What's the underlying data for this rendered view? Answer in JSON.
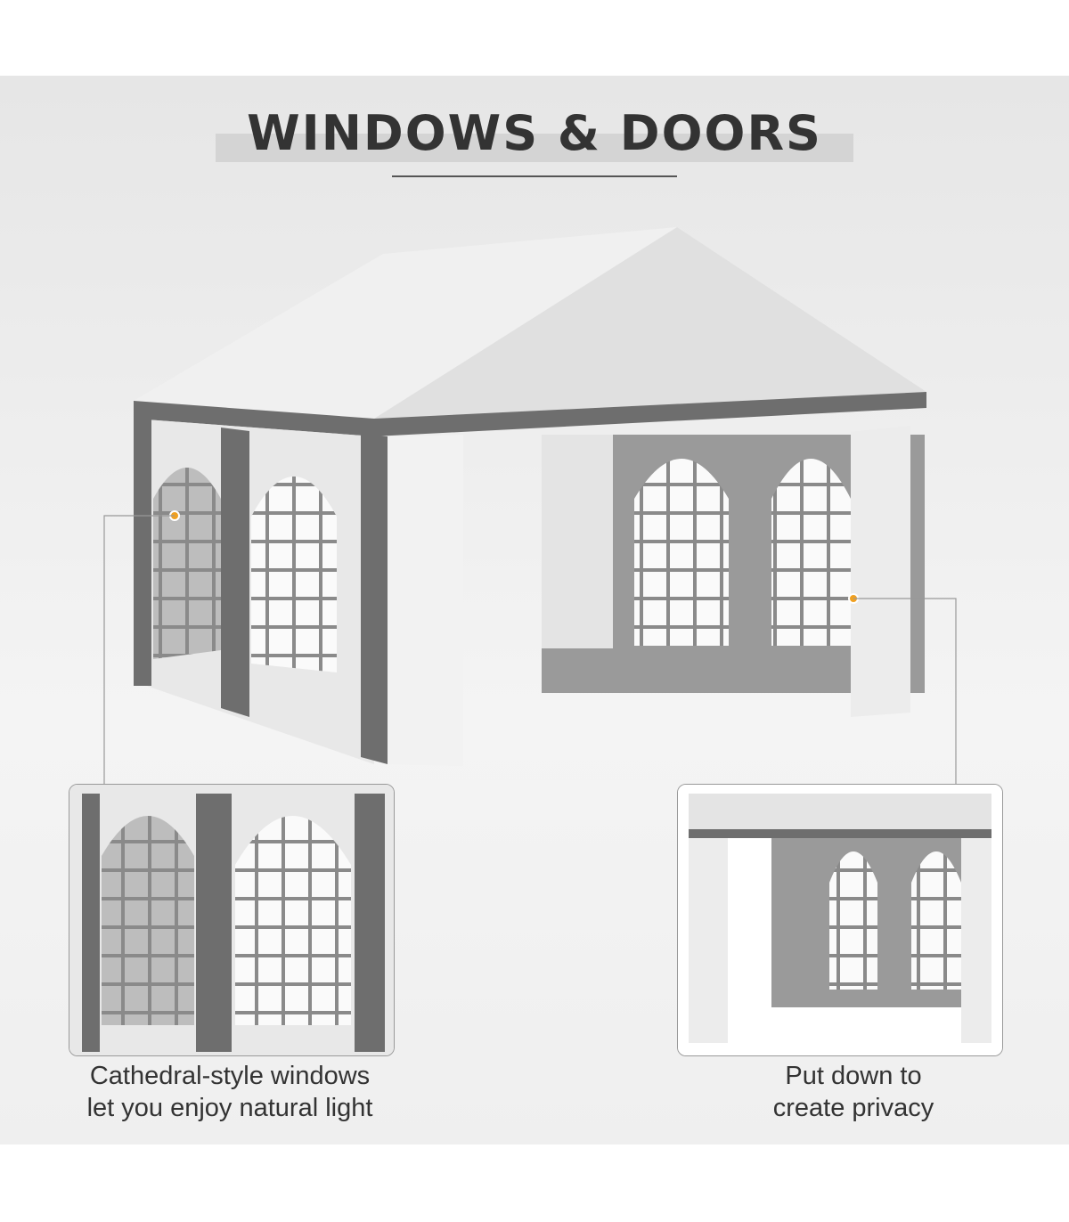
{
  "title": "WINDOWS & DOORS",
  "callouts": [
    {
      "caption_line1": "Cathedral-style windows",
      "caption_line2": "let you enjoy natural light"
    },
    {
      "caption_line1": "Put down to",
      "caption_line2": "create privacy"
    }
  ],
  "colors": {
    "accent_dot": "#f0a020",
    "tent_gray": "#707070",
    "tent_white": "#f2f2f2"
  }
}
